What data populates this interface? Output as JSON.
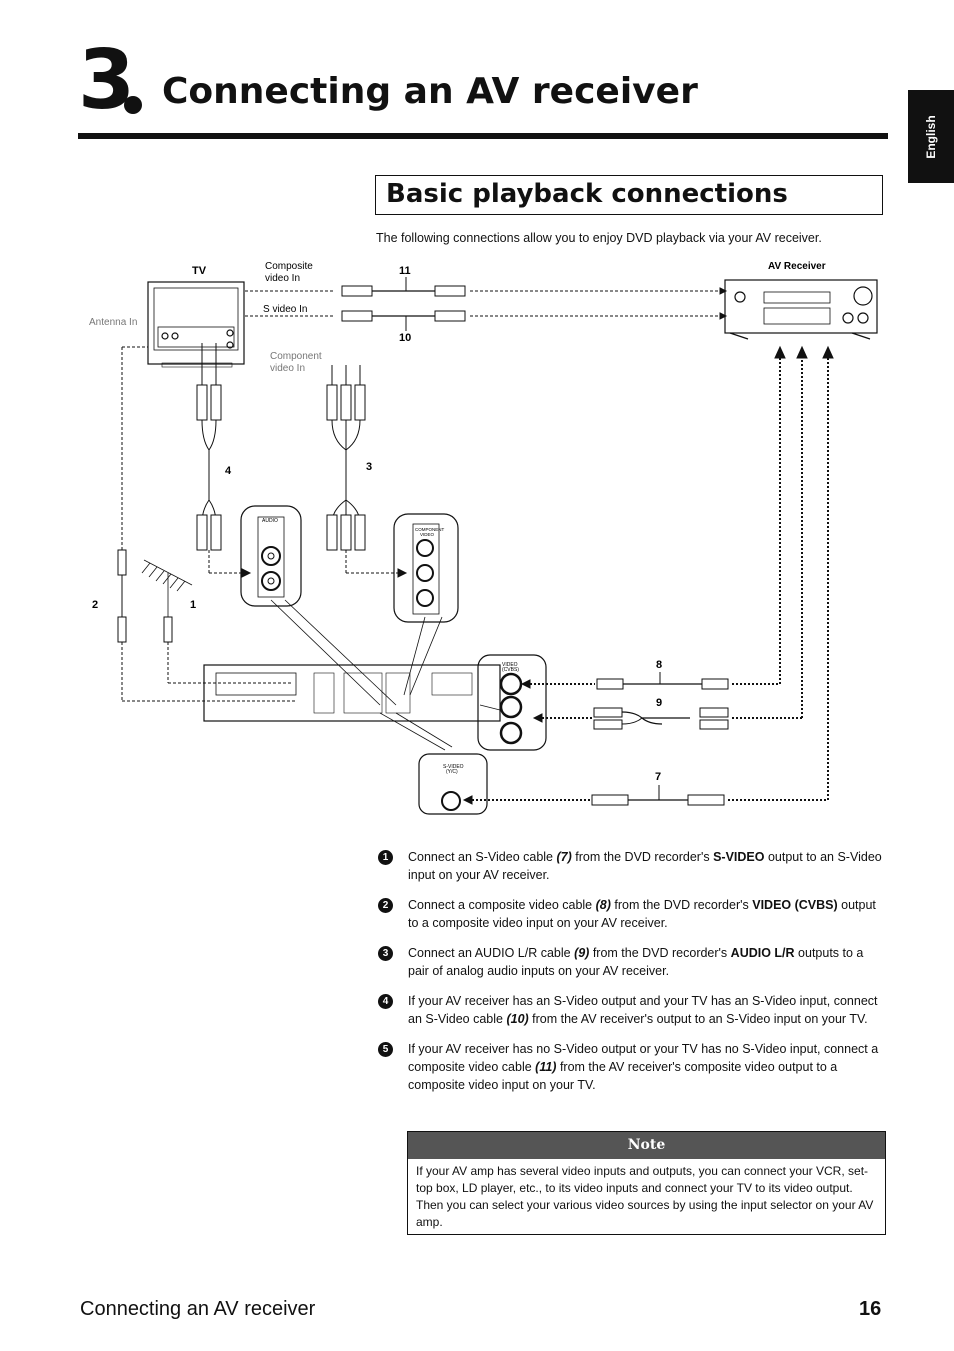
{
  "header": {
    "chapter_number": "3",
    "chapter_title": "Connecting an AV receiver",
    "language_tab": "English"
  },
  "section": {
    "title": "Basic playback connections",
    "intro": "The following connections allow you to enjoy DVD playback via your AV receiver."
  },
  "diagram": {
    "labels": {
      "tv": "TV",
      "composite_video_in": [
        "Composite",
        "video In"
      ],
      "s_video_in": "S video In",
      "antenna_in": "Antenna In",
      "component_video_in": [
        "Component",
        "video In"
      ],
      "av_receiver": "AV Receiver",
      "audio_panel": "AUDIO",
      "component_panel": [
        "COMPONENT",
        "VIDEO"
      ],
      "video_panel": [
        "VIDEO",
        "(CVBS)"
      ],
      "svideo_panel": [
        "S-VIDEO",
        "(Y/C)"
      ]
    },
    "cable_numbers": {
      "c1": "1",
      "c2": "2",
      "c3": "3",
      "c4": "4",
      "c7": "7",
      "c8": "8",
      "c9": "9",
      "c10": "10",
      "c11": "11"
    }
  },
  "steps": [
    {
      "num": "1",
      "parts": [
        {
          "t": "Connect an S-Video cable ",
          "s": "n"
        },
        {
          "t": "(7)",
          "s": "bi"
        },
        {
          "t": " from the DVD recorder's ",
          "s": "n"
        },
        {
          "t": "S-VIDEO",
          "s": "b"
        },
        {
          "t": " output to an S-Video input on your AV receiver.",
          "s": "n"
        }
      ]
    },
    {
      "num": "2",
      "parts": [
        {
          "t": "Connect a composite video cable ",
          "s": "n"
        },
        {
          "t": "(8)",
          "s": "bi"
        },
        {
          "t": " from the DVD recorder's ",
          "s": "n"
        },
        {
          "t": "VIDEO (CVBS)",
          "s": "b"
        },
        {
          "t": " output to a composite video input on your AV receiver.",
          "s": "n"
        }
      ]
    },
    {
      "num": "3",
      "parts": [
        {
          "t": "Connect an AUDIO L/R cable ",
          "s": "n"
        },
        {
          "t": "(9)",
          "s": "bi"
        },
        {
          "t": " from the DVD recorder's ",
          "s": "n"
        },
        {
          "t": "AUDIO L/R",
          "s": "b"
        },
        {
          "t": " outputs to a pair of analog audio inputs on your AV receiver.",
          "s": "n"
        }
      ]
    },
    {
      "num": "4",
      "parts": [
        {
          "t": "If your AV receiver has an S-Video output and your TV has an S-Video input, connect an S-Video cable ",
          "s": "n"
        },
        {
          "t": "(10)",
          "s": "bi"
        },
        {
          "t": " from the AV receiver's output to an S-Video input on your TV.",
          "s": "n"
        }
      ]
    },
    {
      "num": "5",
      "parts": [
        {
          "t": "If your AV receiver has no S-Video output or your TV has no S-Video input, connect a composite video cable ",
          "s": "n"
        },
        {
          "t": "(11)",
          "s": "bi"
        },
        {
          "t": " from the AV receiver's composite video output to a composite video input on your TV.",
          "s": "n"
        }
      ]
    }
  ],
  "note": {
    "heading": "Note",
    "text": "If your AV amp has several video inputs and outputs, you can connect your VCR, set-top box, LD player, etc., to its video inputs and connect your TV to its video output. Then you can select your various video sources by using the input selector on your AV amp."
  },
  "footer": {
    "title": "Connecting an AV receiver",
    "page": "16"
  }
}
